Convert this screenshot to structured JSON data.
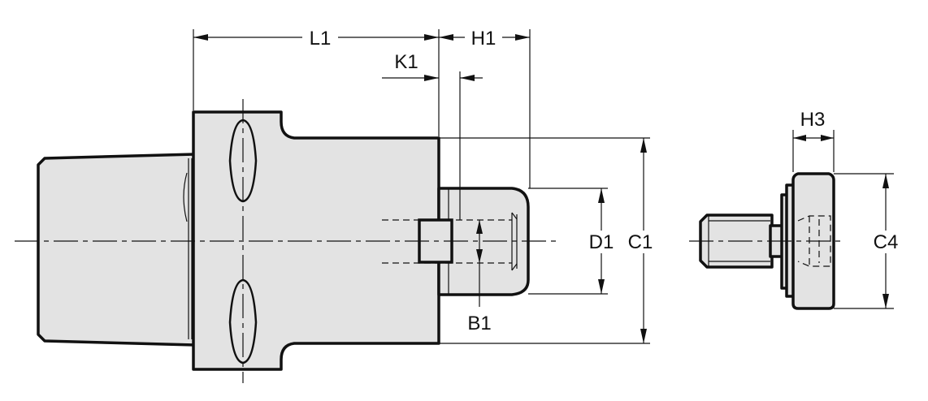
{
  "labels": {
    "L1": "L1",
    "H1": "H1",
    "K1": "K1",
    "D1": "D1",
    "C1": "C1",
    "B1": "B1",
    "H3": "H3",
    "C4": "C4"
  },
  "colors": {
    "body_fill": "#e3e3e3",
    "line": "#111111",
    "background": "#ffffff"
  }
}
